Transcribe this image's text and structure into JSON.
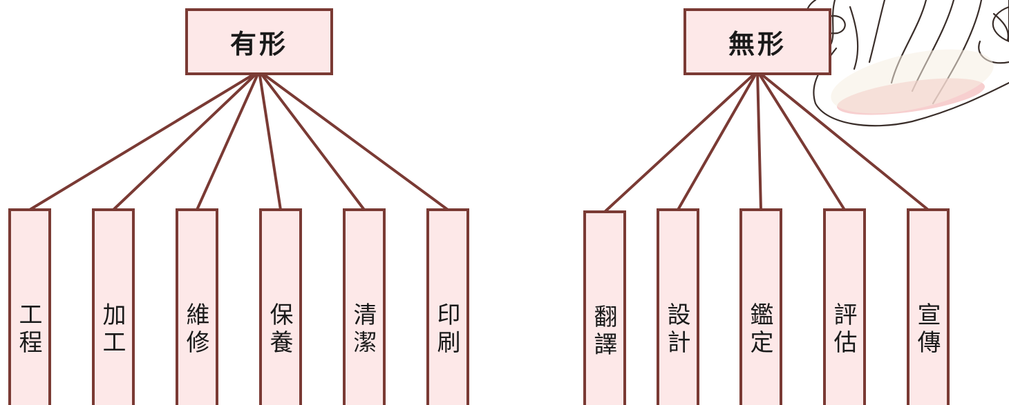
{
  "diagram": {
    "colors": {
      "box_fill": "#fde8e8",
      "box_border": "#7a3a34",
      "connector": "#7a3a34",
      "text": "#1a1a1a"
    },
    "trees": [
      {
        "root": "有形",
        "children": [
          "工程",
          "加工",
          "維修",
          "保養",
          "清潔",
          "印刷"
        ]
      },
      {
        "root": "無形",
        "children": [
          "翻譯",
          "設計",
          "鑑定",
          "評估",
          "宣傳"
        ]
      }
    ]
  },
  "decoration": {
    "icon": "scroll-illustration-icon"
  }
}
